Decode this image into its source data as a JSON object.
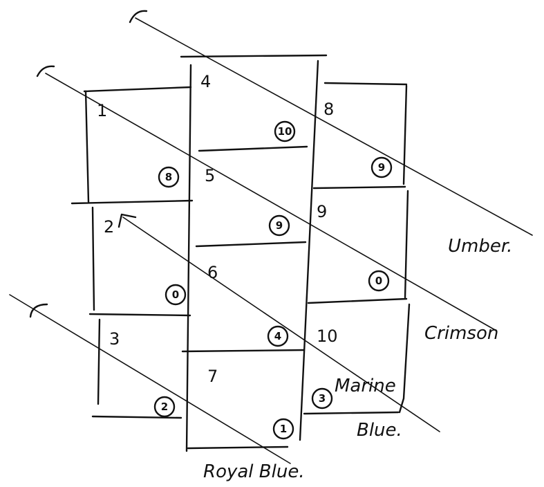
{
  "cells": [
    {
      "id": "c1",
      "text": "1"
    },
    {
      "id": "c2",
      "text": "2"
    },
    {
      "id": "c3",
      "text": "3"
    },
    {
      "id": "c4",
      "text": "4"
    },
    {
      "id": "c5",
      "text": "5"
    },
    {
      "id": "c6",
      "text": "6"
    },
    {
      "id": "c7",
      "text": "7"
    },
    {
      "id": "c8",
      "text": "8"
    },
    {
      "id": "c9",
      "text": "9"
    },
    {
      "id": "c10",
      "text": "10"
    }
  ],
  "circled_counts": [
    {
      "id": "k1",
      "text": "8"
    },
    {
      "id": "k2",
      "text": "0"
    },
    {
      "id": "k3",
      "text": "2"
    },
    {
      "id": "k4",
      "text": "10"
    },
    {
      "id": "k5",
      "text": "9"
    },
    {
      "id": "k6",
      "text": "4"
    },
    {
      "id": "k7",
      "text": "1"
    },
    {
      "id": "k8",
      "text": "9"
    },
    {
      "id": "k9",
      "text": "0"
    },
    {
      "id": "k10",
      "text": "3"
    }
  ],
  "line_labels": [
    {
      "id": "l1",
      "text": "Umber."
    },
    {
      "id": "l2",
      "text": "Crimson"
    },
    {
      "id": "l3",
      "text": "Marine"
    },
    {
      "id": "l4",
      "text": "Blue."
    },
    {
      "id": "l5",
      "text": "Royal Blue."
    }
  ]
}
